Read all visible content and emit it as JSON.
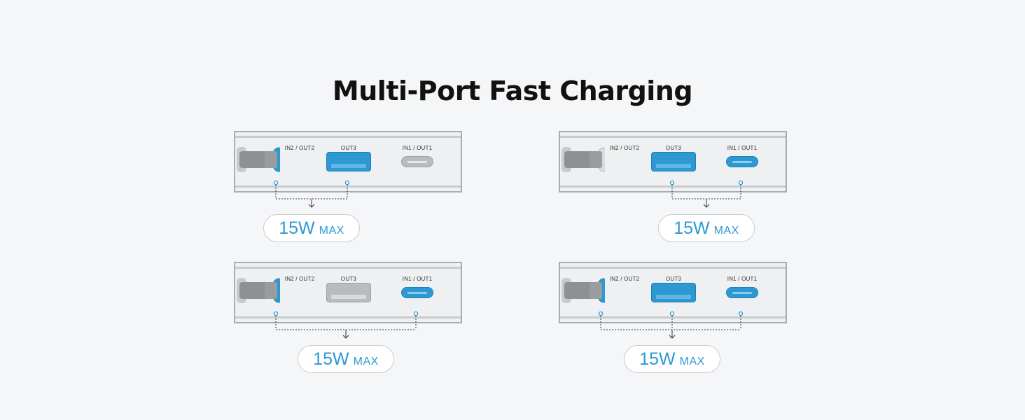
{
  "title": "Multi-Port Fast Charging",
  "colors": {
    "active_blue": "#2d99d3",
    "inactive_gray": "#b9bcbe",
    "frame_gray": "#a9adb0",
    "cable_gray": "#8e9194"
  },
  "port_labels": {
    "in2_out2": "IN2 / OUT2",
    "out3": "OUT3",
    "in1_out1": "IN1 / OUT1"
  },
  "panels": [
    {
      "id": "top-left",
      "active_ports": [
        "in2_out2",
        "out3"
      ],
      "watts": "15W",
      "max": "MAX"
    },
    {
      "id": "top-right",
      "active_ports": [
        "out3",
        "in1_out1"
      ],
      "watts": "15W",
      "max": "MAX"
    },
    {
      "id": "bottom-left",
      "active_ports": [
        "in2_out2",
        "in1_out1"
      ],
      "watts": "15W",
      "max": "MAX"
    },
    {
      "id": "bottom-right",
      "active_ports": [
        "in2_out2",
        "out3",
        "in1_out1"
      ],
      "watts": "15W",
      "max": "MAX"
    }
  ]
}
